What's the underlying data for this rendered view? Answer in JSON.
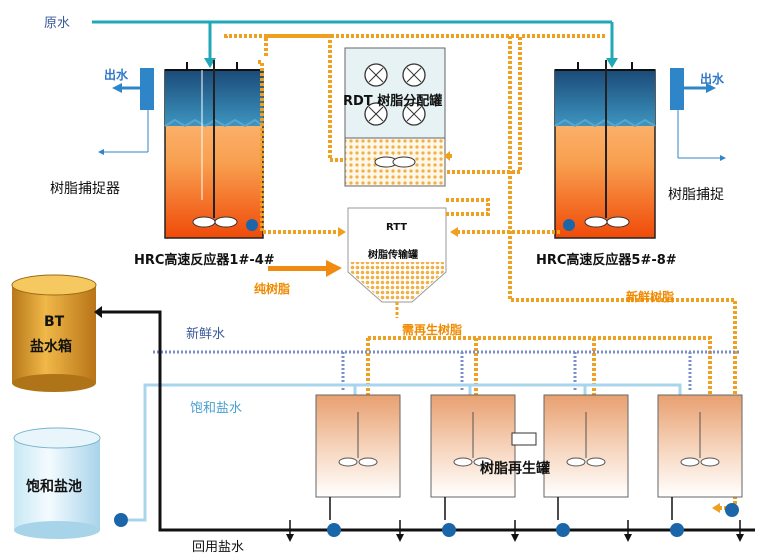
{
  "labels": {
    "raw_water": "原水",
    "outlet_left": "出水",
    "outlet_right": "出水",
    "resin_catcher_left": "树脂捕捉器",
    "resin_catcher_right": "树脂捕捉",
    "rdt_tank": "RDT 树脂分配罐",
    "rtt_code": "RTT",
    "rtt_tank": "树脂传输罐",
    "reactor_left": "HRC高速反应器1#-4#",
    "reactor_right": "HRC高速反应器5#-8#",
    "pure_resin": "纯树脂",
    "fresh_resin": "新鲜树脂",
    "need_regen_resin": "需再生树脂",
    "fresh_water": "新鲜水",
    "saturated_brine": "饱和盐水",
    "bt_tank_code": "BT",
    "bt_tank_name": "盐水箱",
    "brine_pool": "饱和盐池",
    "regen_tank": "树脂再生罐",
    "recycled_brine": "回用盐水"
  },
  "colors": {
    "water_line": "#20a8b8",
    "resin_line": "#f0a020",
    "fresh_water_line": "#7a8fc8",
    "brine_line": "#a8d4ec",
    "black_line": "#111111",
    "reactor_fill_top": "#ffd8b0",
    "reactor_fill_bottom": "#f06010",
    "water_band": "#2f7fa8",
    "pump": "#1b66a8",
    "bt_tank": "#d89a2a",
    "brine_pool": "#d8f0fa"
  }
}
